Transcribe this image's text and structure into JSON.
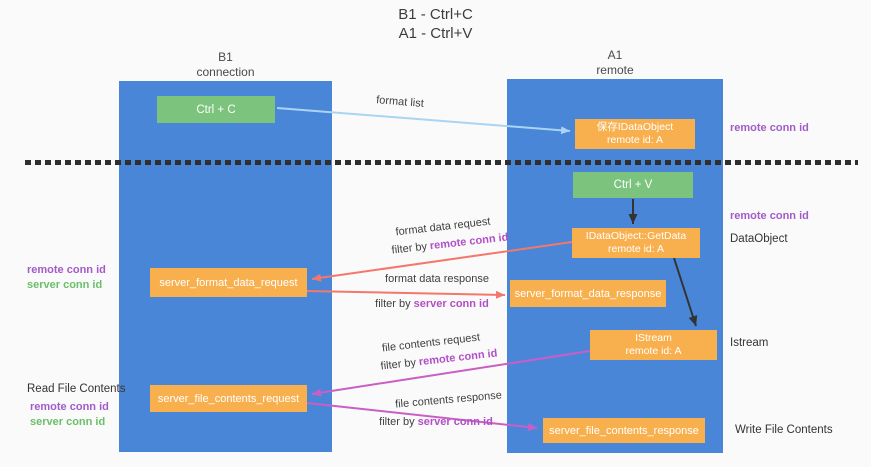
{
  "title": {
    "line1": "B1 - Ctrl+C",
    "line2": "A1 - Ctrl+V"
  },
  "lifelines": {
    "left": {
      "name": "B1",
      "role": "connection"
    },
    "right": {
      "name": "A1",
      "role": "remote"
    }
  },
  "nodes": {
    "ctrl_c": {
      "label": "Ctrl + C"
    },
    "save_idataobject": {
      "line1": "保存IDataObject",
      "line2": "remote id: A"
    },
    "ctrl_v": {
      "label": "Ctrl + V"
    },
    "idataobject_getdata": {
      "line1": "IDataObject::GetData",
      "line2": "remote id: A"
    },
    "server_format_data_request": {
      "label": "server_format_data_request"
    },
    "server_format_data_response": {
      "label": "server_format_data_response"
    },
    "istream": {
      "line1": "IStream",
      "line2": "remote id: A"
    },
    "server_file_contents_request": {
      "label": "server_file_contents_request"
    },
    "server_file_contents_response": {
      "label": "server_file_contents_response"
    }
  },
  "annotations": {
    "right_top_remote_conn_id": "remote conn id",
    "right_mid_remote_conn_id": "remote conn id",
    "dataobject": "DataObject",
    "istream": "Istream",
    "write_file_contents": "Write File Contents",
    "left_format_remote_conn_id": "remote conn id",
    "left_format_server_conn_id": "server conn id",
    "read_file_contents": "Read File Contents",
    "left_file_remote_conn_id": "remote conn id",
    "left_file_server_conn_id": "server conn id"
  },
  "flows": {
    "format_list": "format list",
    "format_data_request": "format data request",
    "format_data_request_filter_prefix": "filter by",
    "format_data_request_filter_key": "remote conn id",
    "format_data_response": "format data response",
    "format_data_response_filter_prefix": "filter by",
    "format_data_response_filter_key": "server conn id",
    "file_contents_request": "file contents request",
    "file_contents_request_filter_prefix": "filter by",
    "file_contents_request_filter_key": "remote conn id",
    "file_contents_response": "file contents response",
    "file_contents_response_filter_prefix": "filter by",
    "file_contents_response_filter_key": "server conn id"
  },
  "colors": {
    "lifeline_blue": "#4a86d8",
    "action_green": "#7cc47d",
    "message_orange": "#f8b04e",
    "arrow_light_blue": "#a9d4f3",
    "arrow_salmon": "#f4776b",
    "arrow_magenta": "#c95fc5",
    "arrow_black": "#333333",
    "remote_conn_id_purple": "#a35bc9",
    "server_conn_id_green": "#6abf69",
    "background": "#fafafa"
  }
}
